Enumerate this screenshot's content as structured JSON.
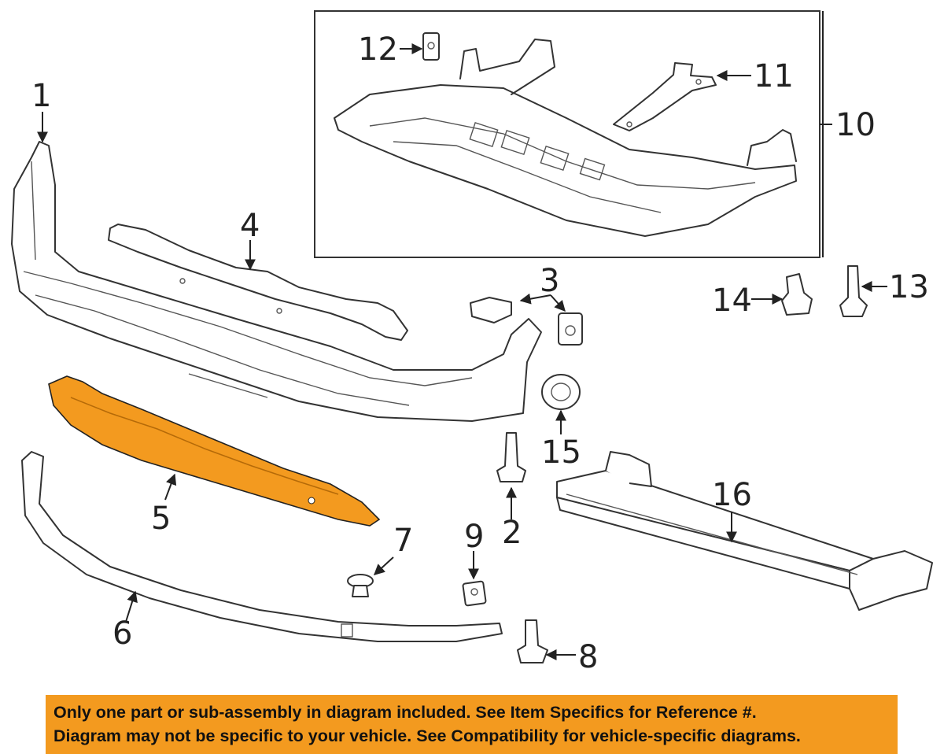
{
  "colors": {
    "highlight": "#f39a1f",
    "banner": "#f39a1f",
    "line": "#333333"
  },
  "callouts": {
    "c1": "1",
    "c2": "2",
    "c3": "3",
    "c4": "4",
    "c5": "5",
    "c6": "6",
    "c7": "7",
    "c8": "8",
    "c9": "9",
    "c10": "10",
    "c11": "11",
    "c12": "12",
    "c13": "13",
    "c14": "14",
    "c15": "15",
    "c16": "16"
  },
  "notice": {
    "line1": "Only one part or sub-assembly in diagram included. See Item Specifics for Reference #.",
    "line2": "Diagram may not be specific to your vehicle. See Compatibility for vehicle-specific diagrams."
  }
}
